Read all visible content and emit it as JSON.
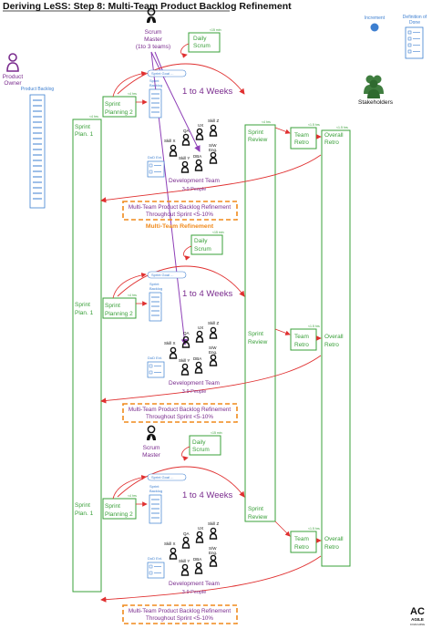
{
  "title": "Deriving LeSS: Step 8: Multi-Team Product Backlog Refinement",
  "legend": {
    "increment": "Increment",
    "dod": [
      "Definition of",
      "Done"
    ]
  },
  "stakeholders": "Stakeholders",
  "product_owner": [
    "Product",
    "Owner"
  ],
  "product_backlog": "Product Backlog",
  "scrum_master": [
    "Scrum",
    "Master",
    "(1to 3 teams)"
  ],
  "scrum_master_short": [
    "Scrum",
    "Master"
  ],
  "daily_scrum": [
    "Daily",
    "Scrum"
  ],
  "sprint_plan1": [
    "Sprint",
    "Plan. 1"
  ],
  "sprint_planning2": [
    "Sprint",
    "Planning 2"
  ],
  "sprint_review": [
    "Sprint",
    "Review"
  ],
  "team_retro": [
    "Team",
    "Retro"
  ],
  "overall_retro": [
    "Overall",
    "Retro"
  ],
  "sprint_goal": "Sprint Goal ...",
  "sprint_backlog": [
    "Sprint",
    "Backlog"
  ],
  "duration": "1 to 4 Weeks",
  "dod_ext": "DoD Ext.",
  "roles": {
    "qa": "QA",
    "ux": "UX",
    "skill_z": "Skill Z",
    "skill_x": "Skill X",
    "sw_eng": [
      "S/W",
      "Eng."
    ],
    "skill_y": "Skill Y",
    "dba": "DBA"
  },
  "dev_team": [
    "Development Team",
    "3-9 People"
  ],
  "refinement": [
    "Multi-Team Product Backlog Refinement",
    "Throughout Sprint <5-10%"
  ],
  "refinement_label": "Multi-Team Refinement",
  "timebox_15min": "<15 min",
  "timebox_4hrs": "<4 hrs",
  "timebox_1_5hrs": "<1.5 hrs",
  "logo": [
    "AGILE",
    "COACHING"
  ]
}
